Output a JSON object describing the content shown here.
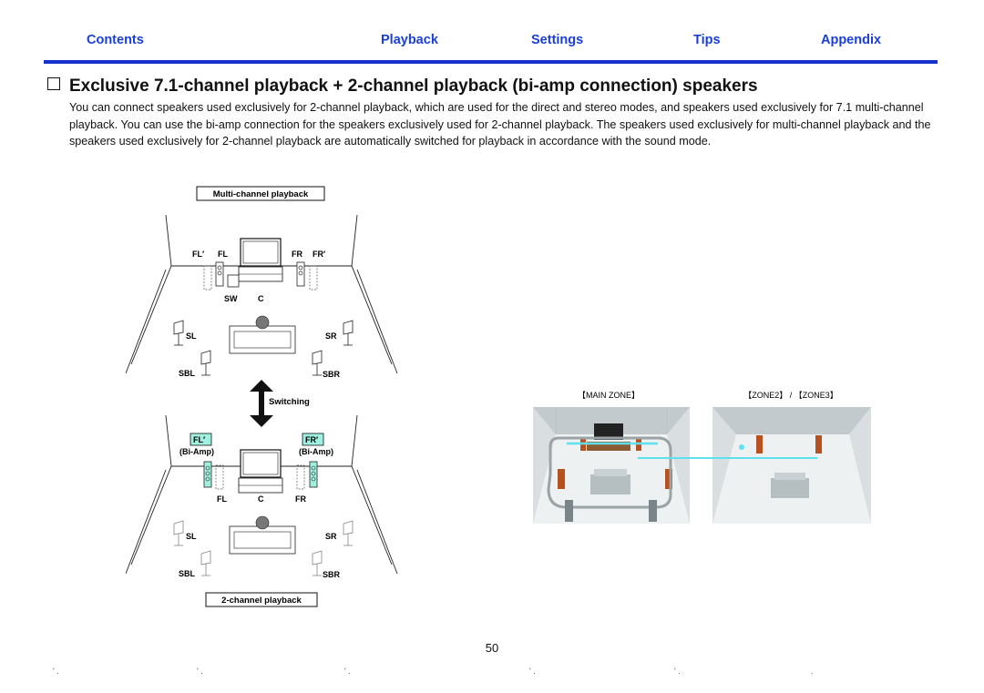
{
  "nav": {
    "contents": "Contents",
    "playback": "Playback",
    "settings": "Settings",
    "tips": "Tips",
    "appendix": "Appendix"
  },
  "section": {
    "title": "Exclusive 7.1-channel playback + 2-channel playback (bi-amp connection) speakers",
    "intro": "You can connect speakers used exclusively for 2-channel playback, which are used for the direct and stereo modes, and speakers used exclusively for 7.1 multi-channel playback. You can use the bi-amp connection for the speakers exclusively used for 2-channel playback. The speakers used exclusively for multi-channel playback and the speakers used exclusively for 2-channel playback are automatically switched for playback in accordance with the sound mode."
  },
  "diagram": {
    "multi_title": "Multi-channel playback",
    "two_title": "2-channel playback",
    "switching": "Switching",
    "top_labels": {
      "fl_prime": "FL′",
      "fl": "FL",
      "fr": "FR",
      "fr_prime": "FR′",
      "sw": "SW",
      "c": "C",
      "sl": "SL",
      "sr": "SR",
      "sbl": "SBL",
      "sbr": "SBR"
    },
    "bottom_labels": {
      "fl_prime": "FL′",
      "fr_prime": "FR′",
      "biamp_left": "(Bi-Amp)",
      "biamp_right": "(Bi-Amp)",
      "fl": "FL",
      "c": "C",
      "fr": "FR",
      "sl": "SL",
      "sr": "SR",
      "sbl": "SBL",
      "sbr": "SBR"
    }
  },
  "zones": {
    "main": "【MAIN ZONE】",
    "zone23": "【ZONE2】 / 【ZONE3】"
  },
  "page_number": "50",
  "colors": {
    "nav_text": "#1a3fd9",
    "nav_bar": "#1431c9",
    "highlight": "#9ff0e0"
  }
}
